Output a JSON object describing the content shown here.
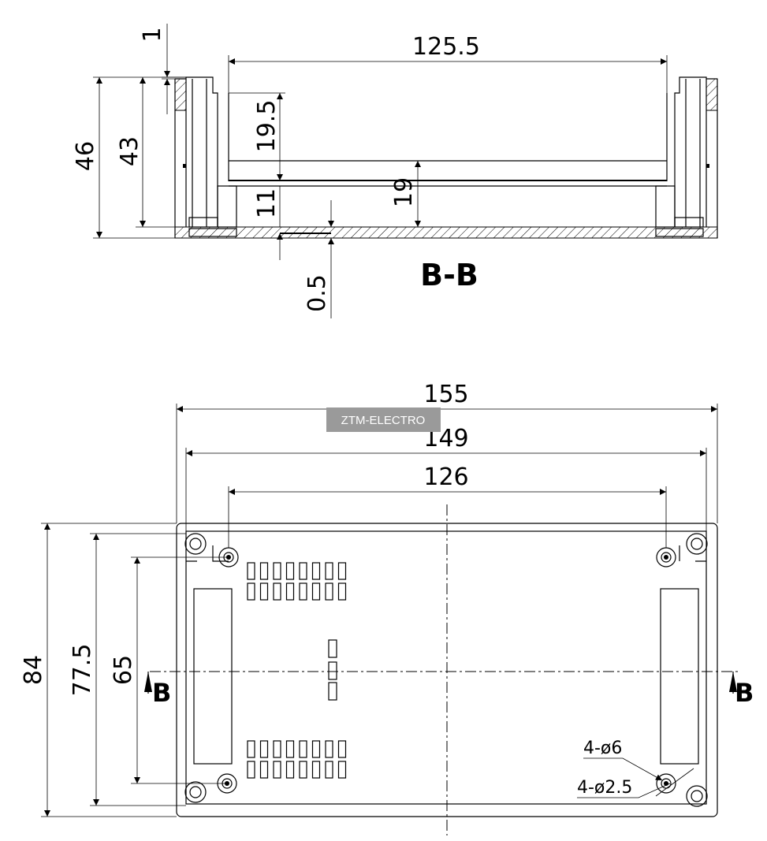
{
  "watermark": "ZTM-ELECTRO",
  "section_view": {
    "label": "B-B",
    "dims": {
      "top_wall": "1",
      "inner_length": "125.5",
      "overall_height": "46",
      "inner_height": "43",
      "upper_gap": "19.5",
      "standoff": "11",
      "board_height": "19",
      "floor": "0.5"
    }
  },
  "plan_view": {
    "dims": {
      "outer_length": "155",
      "mid_length": "149",
      "hole_pitch_x": "126",
      "outer_width": "84",
      "mid_width": "77.5",
      "hole_pitch_y": "65"
    },
    "section_marker": "B",
    "callouts": {
      "holes_large": "4-ø6",
      "holes_small": "4-ø2.5"
    }
  }
}
